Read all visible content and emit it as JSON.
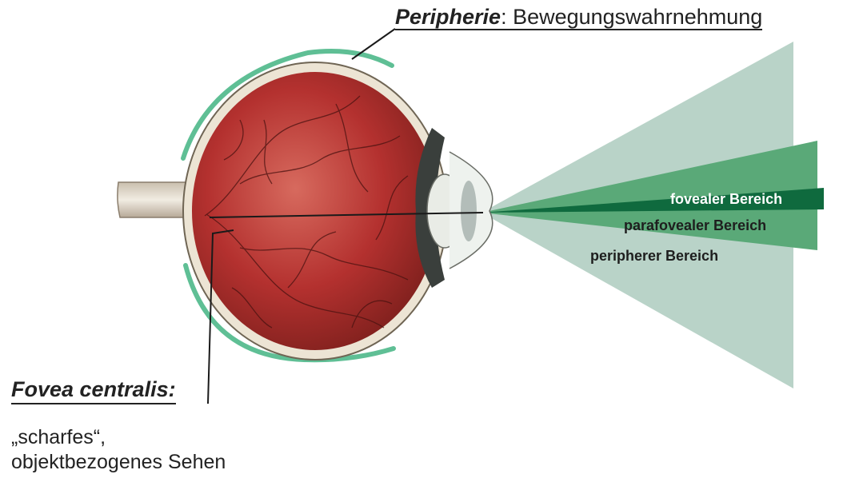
{
  "labels": {
    "periphery_term": "Peripherie",
    "periphery_rest": ": Bewegungswahrnehmung",
    "fovea_term": "Fovea centralis",
    "fovea_colon": ":",
    "fovea_desc_line1": "„scharfes“,",
    "fovea_desc_line2": "objektbezogenes Sehen"
  },
  "zones": {
    "foveal": "fovealer Bereich",
    "parafoveal": "parafovealer Bereich",
    "peripheral": "peripherer Bereich"
  },
  "colors": {
    "peripheral_cone": "#b9d3c8",
    "parafoveal_cone": "#5aa978",
    "foveal_cone": "#0f6a3e",
    "retina_arc": "#5fbf95",
    "eye_red": "#b4312f"
  }
}
